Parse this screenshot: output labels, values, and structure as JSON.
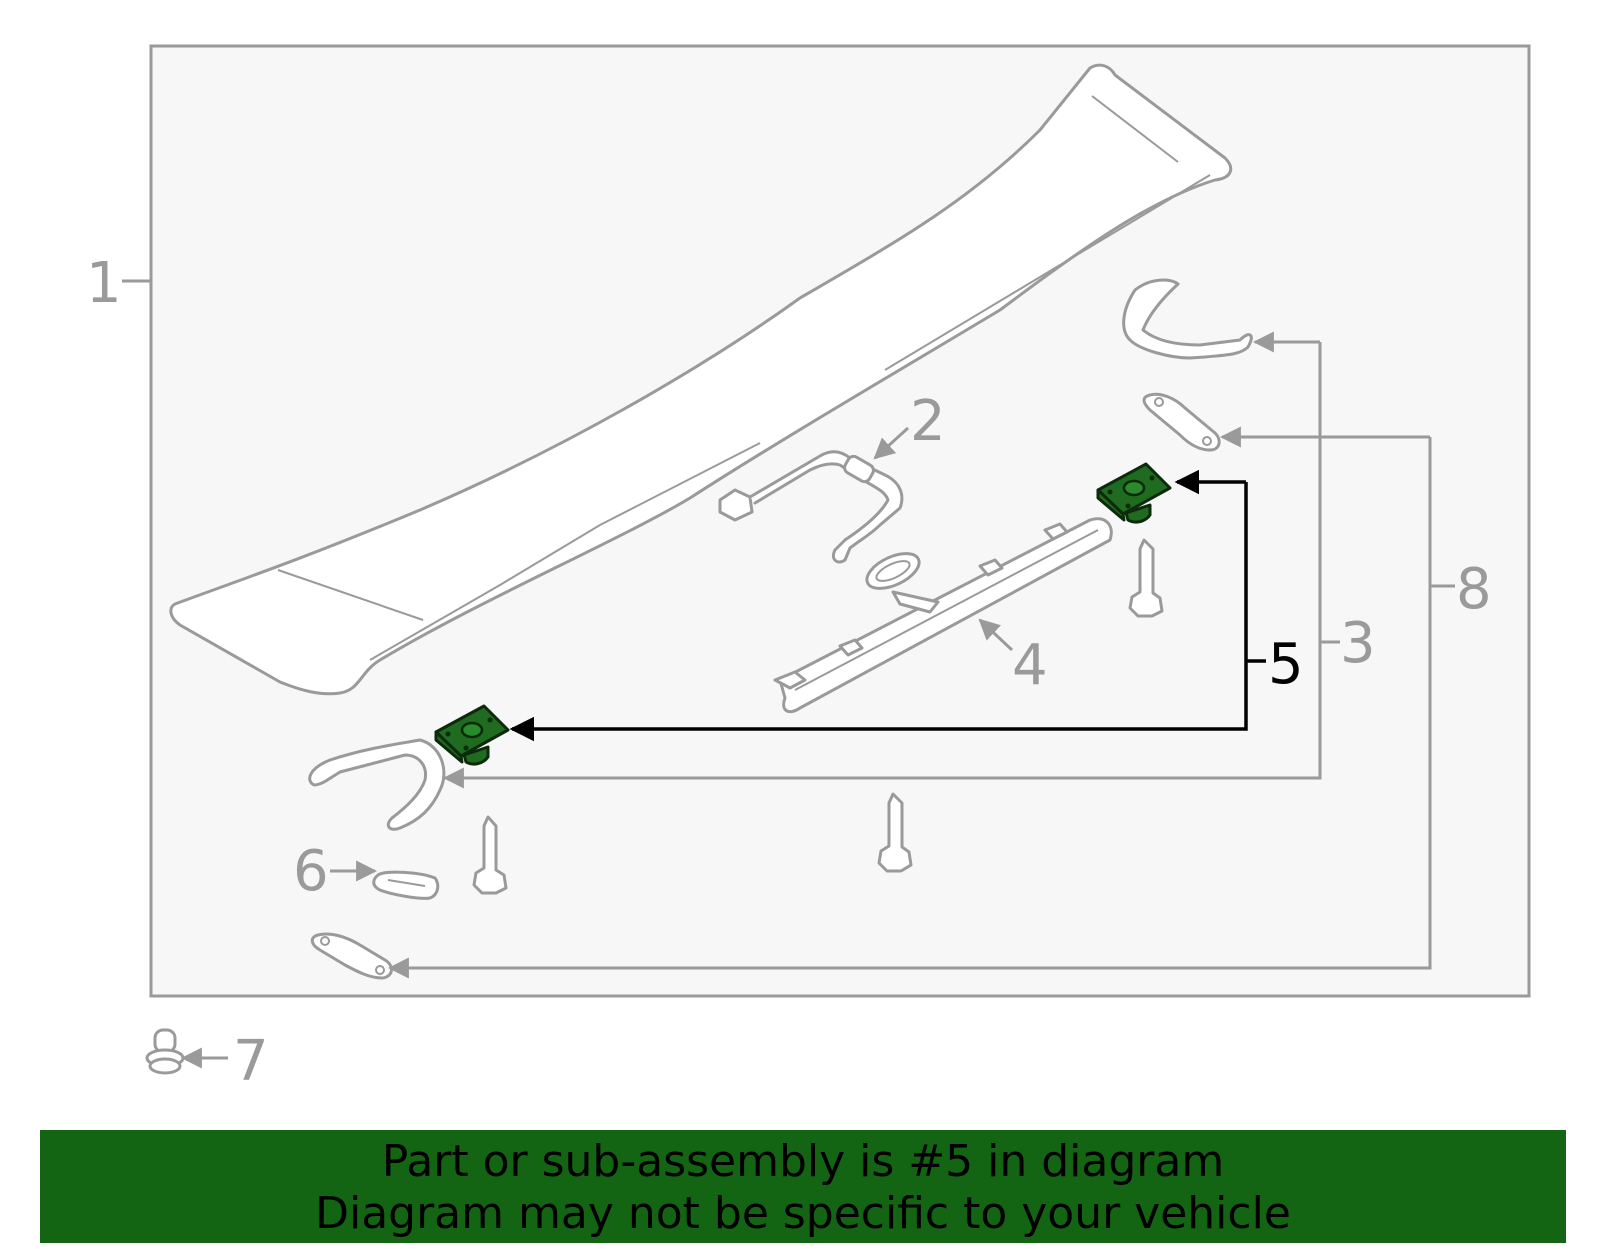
{
  "callouts": [
    {
      "number": "1",
      "highlighted": false
    },
    {
      "number": "2",
      "highlighted": false
    },
    {
      "number": "3",
      "highlighted": false
    },
    {
      "number": "4",
      "highlighted": false
    },
    {
      "number": "5",
      "highlighted": true
    },
    {
      "number": "6",
      "highlighted": false
    },
    {
      "number": "7",
      "highlighted": false
    },
    {
      "number": "8",
      "highlighted": false
    }
  ],
  "banner": {
    "line1": "Part or sub-assembly is #5 in diagram",
    "line2": "Diagram may not be specific to your vehicle"
  },
  "colors": {
    "highlight_part": "#1f6b1f",
    "banner_background": "#136413",
    "diagram_lines": "#9a9a9a",
    "frame_background": "#f7f7f7"
  }
}
